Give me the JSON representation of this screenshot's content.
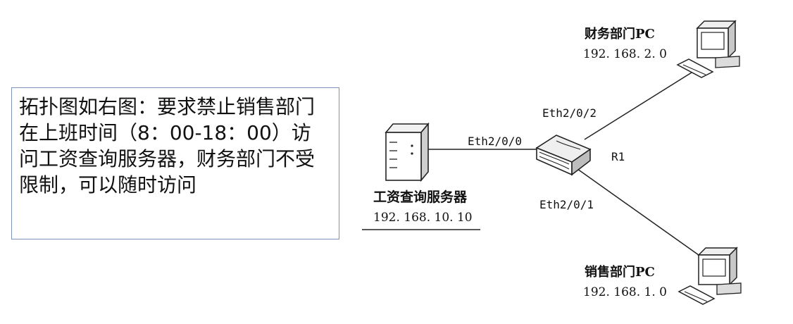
{
  "description": {
    "text": "拓扑图如右图：要求禁止销售部门在上班时间（8：00-18：00）访问工资查询服务器，财务部门不受限制，可以随时访问"
  },
  "server": {
    "name": "工资查询服务器",
    "ip": "192. 168. 10. 10",
    "interface": "Eth2/0/0"
  },
  "router": {
    "name": "R1"
  },
  "finance_pc": {
    "name": "财务部门PC",
    "ip": "192. 168. 2. 0",
    "interface": "Eth2/0/2"
  },
  "sales_pc": {
    "name": "销售部门PC",
    "ip": "192. 168. 1. 0",
    "interface": "Eth2/0/1"
  }
}
